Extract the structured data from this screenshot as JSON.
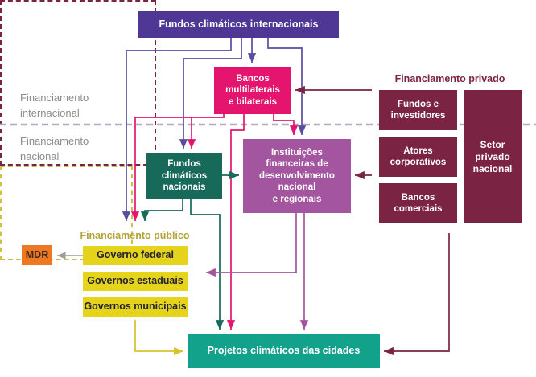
{
  "section_labels": {
    "international": "Financiamento\ninternacional",
    "national": "Financiamento\nnacional"
  },
  "nodes": {
    "international_funds": {
      "label": "Fundos climáticos internacionais"
    },
    "multilateral_banks": {
      "label": "Bancos\nmultilaterais\ne bilaterais"
    },
    "private_finance": {
      "title": "Financiamento privado",
      "items": {
        "funds_investors": "Fundos e\ninvestidores",
        "corporate_actors": "Atores\ncorporativos",
        "commercial_banks": "Bancos\ncomerciais",
        "national_private_sector": "Setor\nprivado\nnacional"
      }
    },
    "national_climate_funds": {
      "label": "Fundos\nclimáticos\nnacionais"
    },
    "dev_finance_institutions": {
      "label": "Instituições\nfinanceiras de\ndesenvolvimento\nnacional\ne regionais"
    },
    "public_finance": {
      "title": "Financiamento público",
      "items": {
        "federal": "Governo federal",
        "state": "Governos estaduais",
        "municipal": "Governos municipais"
      }
    },
    "mdr": {
      "label": "MDR"
    },
    "city_projects": {
      "label": "Projetos climáticos das cidades"
    }
  },
  "colors": {
    "purple_box": "#4F3795",
    "purple_line": "#5A4D9F",
    "pink": "#E5156F",
    "maroon": "#7B2343",
    "teal_dark": "#17695A",
    "teal_bright": "#12A28B",
    "orchid": "#A4559F",
    "yellow_box": "#E5D31C",
    "yellow_line": "#D6C428",
    "olive_title": "#B2A535",
    "orange": "#EE7722",
    "gray_label": "#8C8C8C",
    "separator": "#B3ACBE",
    "gray_line": "#9B9B9B"
  }
}
